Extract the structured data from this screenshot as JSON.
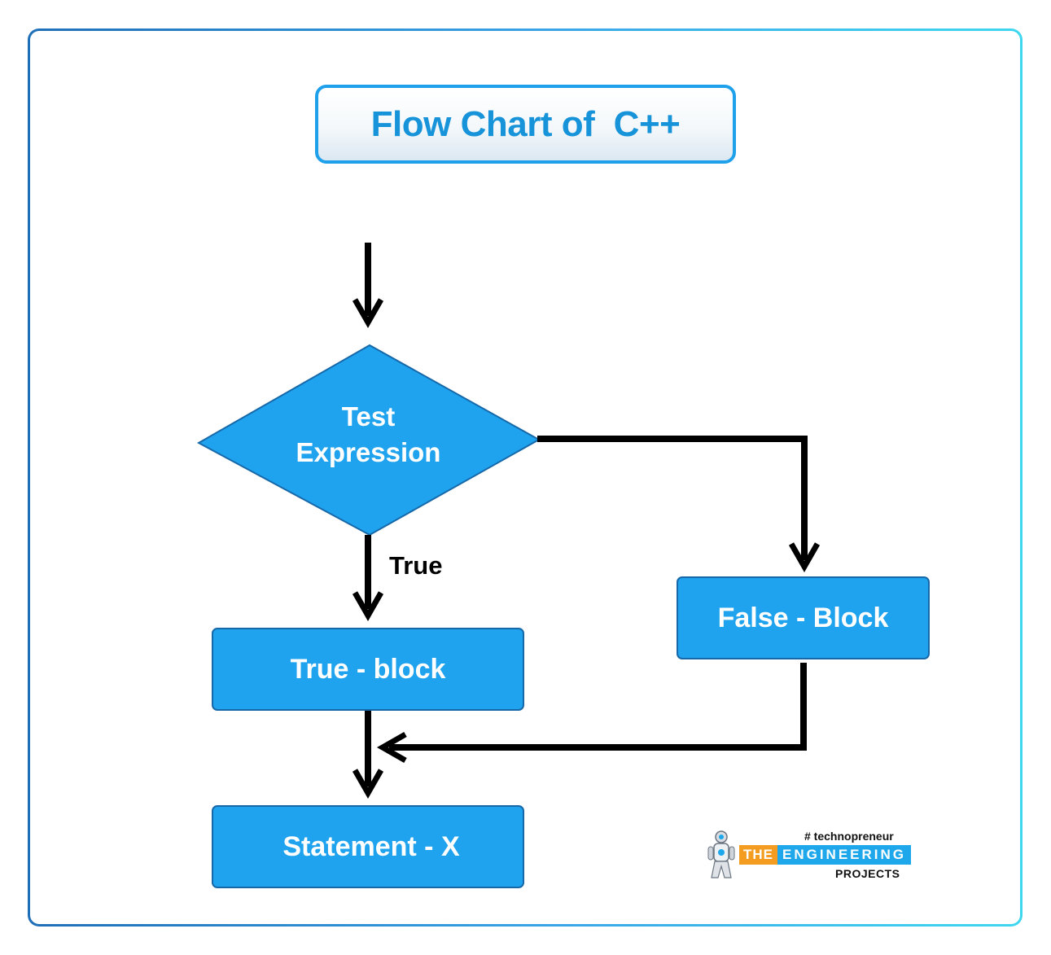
{
  "title": "Flow Chart of  C++",
  "decision": {
    "line1": "Test",
    "line2": "Expression"
  },
  "true_label": "True",
  "blocks": {
    "true_block": "True - block",
    "false_block": "False - Block",
    "statement": "Statement - X"
  },
  "logo": {
    "tagline": "# technopreneur",
    "word1": "THE",
    "word2": "ENGINEERING",
    "word3": "PROJECTS"
  },
  "colors": {
    "accent": "#1fa3ef",
    "title_text": "#1793d9",
    "logo_orange": "#f39c1f"
  }
}
